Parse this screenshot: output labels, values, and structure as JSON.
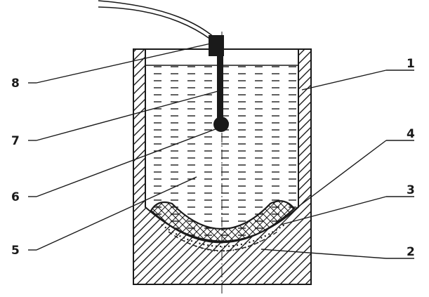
{
  "labels": {
    "n1": "1",
    "n2": "2",
    "n3": "3",
    "n4": "4",
    "n5": "5",
    "n6": "6",
    "n7": "7",
    "n8": "8"
  },
  "colors": {
    "ink": "#1a1a1a",
    "background": "#ffffff"
  }
}
